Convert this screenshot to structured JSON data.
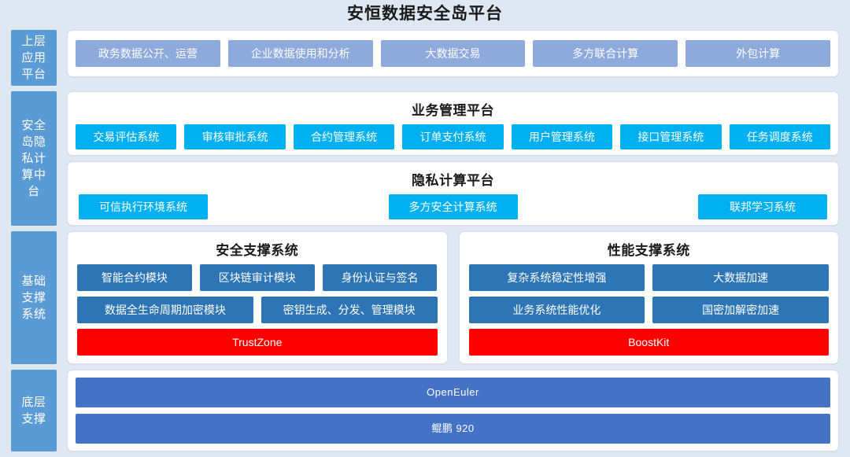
{
  "page": {
    "title": "安恒数据安全岛平台",
    "background": "#dfe7f3"
  },
  "colors": {
    "sidebar": "#5b9bd5",
    "app_chip": "#8ea9db",
    "cyan_chip": "#00b0f0",
    "steel_chip": "#2e75b6",
    "red_bar": "#fe0000",
    "base_bar": "#4472c4",
    "panel": "#ffffff"
  },
  "layers": [
    {
      "side_label": "上层应用平台",
      "panels": [
        {
          "title": "",
          "chips": [
            "政务数据公开、运营",
            "企业数据使用和分析",
            "大数据交易",
            "多方联合计算",
            "外包计算"
          ]
        }
      ]
    },
    {
      "side_label": "安全岛隐私计算中台",
      "panels": [
        {
          "title": "业务管理平台",
          "chips": [
            "交易评估系统",
            "审核审批系统",
            "合约管理系统",
            "订单支付系统",
            "用户管理系统",
            "接口管理系统",
            "任务调度系统"
          ]
        },
        {
          "title": "隐私计算平台",
          "chips": [
            "可信执行环境系统",
            "多方安全计算系统",
            "联邦学习系统"
          ]
        }
      ]
    },
    {
      "side_label": "基础支撑系统",
      "panels": [
        {
          "title": "安全支撑系统",
          "rows": [
            [
              "智能合约模块",
              "区块链审计模块",
              "身份认证与签名"
            ],
            [
              "数据全生命周期加密模块",
              "密钥生成、分发、管理模块"
            ]
          ],
          "bar": "TrustZone"
        },
        {
          "title": "性能支撑系统",
          "rows": [
            [
              "复杂系统稳定性增强",
              "大数据加速"
            ],
            [
              "业务系统性能优化",
              "国密加解密加速"
            ]
          ],
          "bar": "BoostKit"
        }
      ]
    },
    {
      "side_label": "底层支撑",
      "panels": [
        {
          "title": "",
          "bars": [
            "OpenEuler",
            "鲲鹏 920"
          ]
        }
      ]
    }
  ]
}
